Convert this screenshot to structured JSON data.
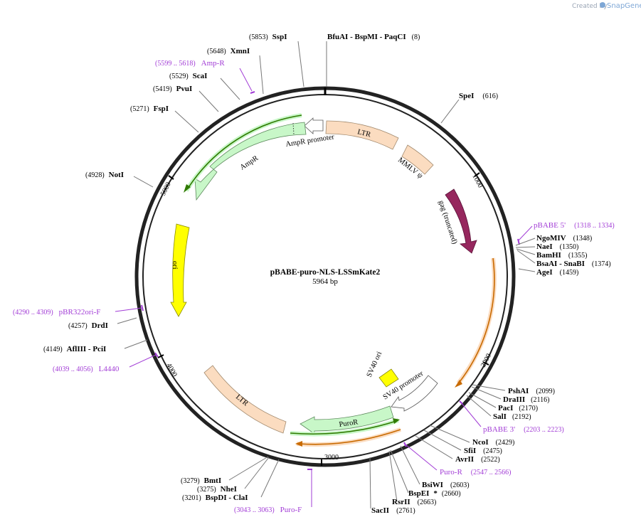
{
  "credit": {
    "prefix": "Created by",
    "brand": "SnapGene"
  },
  "plasmid": {
    "name": "pBABE-puro-NLS-LSSmKate2",
    "length": "5964 bp"
  },
  "ticks": [
    "1000",
    "2000",
    "3000",
    "4000",
    "5000"
  ],
  "features": {
    "ltr_top": "LTR",
    "mmlv": "MMLV ψ",
    "gag": "gag (truncated)",
    "ampr_promoter": "AmpR promoter",
    "ampr": "AmpR",
    "ori": "ori",
    "sv40_ori": "SV40 ori",
    "sv40_promoter": "SV40 promoter",
    "puror": "PuroR",
    "ltr_bottom": "LTR"
  },
  "enzymes": {
    "sspi": {
      "pos": "(5853)",
      "name": "SspI"
    },
    "bfuai": {
      "names": "BfuAI   - BspMI   - PaqCI",
      "pos": "(8)"
    },
    "xmni": {
      "pos": "(5648)",
      "name": "XmnI"
    },
    "scai": {
      "pos": "(5529)",
      "name": "ScaI"
    },
    "pvui": {
      "pos": "(5419)",
      "name": "PvuI"
    },
    "fspi": {
      "pos": "(5271)",
      "name": "FspI"
    },
    "spei": {
      "name": "SpeI",
      "pos": "(616)"
    },
    "noti": {
      "pos": "(4928)",
      "name": "NotI"
    },
    "ngomiv": {
      "name": "NgoMIV",
      "pos": "(1348)"
    },
    "naei": {
      "name": "NaeI",
      "pos": "(1350)"
    },
    "bamhi": {
      "name": "BamHI",
      "pos": "(1355)"
    },
    "bsaai": {
      "names": "BsaAI   - SnaBI",
      "pos": "(1374)"
    },
    "agei": {
      "name": "AgeI",
      "pos": "(1459)"
    },
    "drdi": {
      "pos": "(4257)",
      "name": "DrdI"
    },
    "afliii": {
      "pos": "(4149)",
      "name": "AflIII   - PciI"
    },
    "pshai": {
      "name": "PshAI",
      "pos": "(2099)"
    },
    "draiii": {
      "name": "DraIII",
      "pos": "(2116)"
    },
    "paci": {
      "name": "PacI",
      "pos": "(2170)"
    },
    "sali": {
      "name": "SalI",
      "pos": "(2192)"
    },
    "ncoi": {
      "name": "NcoI",
      "pos": "(2429)"
    },
    "sfii": {
      "name": "SfiI",
      "pos": "(2475)"
    },
    "avrii": {
      "name": "AvrII",
      "pos": "(2522)"
    },
    "bsiwi": {
      "name": "BsiWI",
      "pos": "(2603)"
    },
    "bspei": {
      "name": "BspEI",
      "star": "*",
      "pos": "(2660)"
    },
    "rsrii": {
      "name": "RsrII",
      "pos": "(2663)"
    },
    "sacii": {
      "name": "SacII",
      "pos": "(2761)"
    },
    "bmti": {
      "pos": "(3279)",
      "name": "BmtI"
    },
    "nhei": {
      "pos": "(3275)",
      "name": "NheI"
    },
    "bspdi": {
      "pos": "(3201)",
      "name": "BspDI   - ClaI"
    }
  },
  "primers": {
    "ampr": {
      "range": "(5599 .. 5618)",
      "name": "Amp-R"
    },
    "pbabe5": {
      "name": "pBABE 5'",
      "range": "(1318 .. 1334)"
    },
    "pbr322": {
      "range": "(4290 .. 4309)",
      "name": "pBR322ori-F"
    },
    "l4440": {
      "range": "(4039 .. 4056)",
      "name": "L4440"
    },
    "pbabe3": {
      "name": "pBABE 3'",
      "range": "(2203 .. 2223)"
    },
    "puror": {
      "name": "Puro-R",
      "range": "(2547 .. 2566)"
    },
    "purof": {
      "range": "(3043 .. 3063)",
      "name": "Puro-F"
    }
  },
  "colors": {
    "ltr": "#fbdcc0",
    "gag": "#96275e",
    "ampr": "#c8f7c8",
    "ori": "#ffff00",
    "puror": "#c8f7c8",
    "orf_green": "#2f7a00",
    "orf_orange": "#c86a00",
    "primer": "#a23dd6"
  }
}
